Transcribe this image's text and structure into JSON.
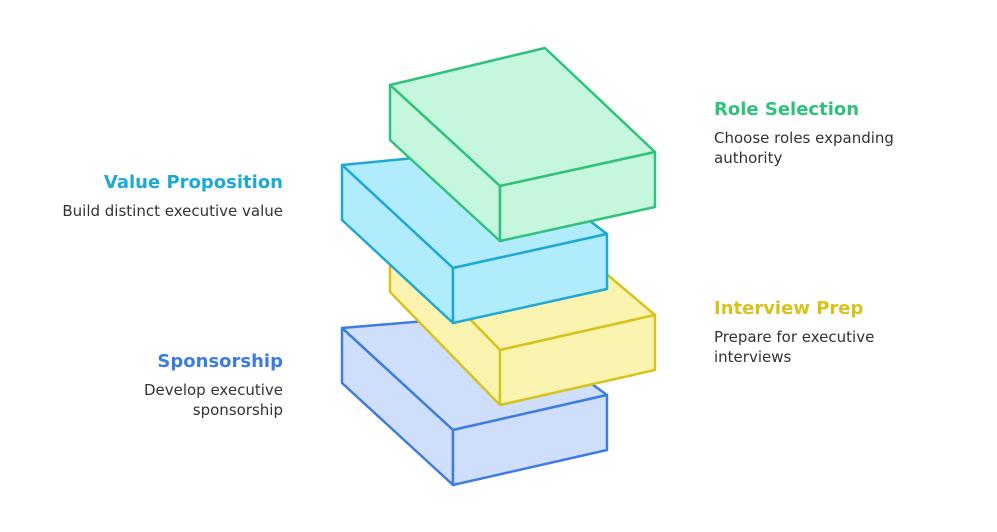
{
  "colors": {
    "role": "#2fc27a",
    "value": "#1ea8d6",
    "interview": "#d8c21c",
    "sponsor": "#3d7ddf",
    "role_fill": "#c5f6de",
    "value_fill": "#b1ecfd",
    "interview_fill": "#fbf4b1",
    "sponsor_fill": "#cfdffb"
  },
  "steps": {
    "role": {
      "title": "Role Selection",
      "desc_1": "Choose roles expanding",
      "desc_2": "authority"
    },
    "value": {
      "title": "Value Proposition",
      "desc_1": "Build distinct executive value"
    },
    "interview": {
      "title": "Interview Prep",
      "desc_1": "Prepare for executive",
      "desc_2": "interviews"
    },
    "sponsor": {
      "title": "Sponsorship",
      "desc_1": "Develop executive",
      "desc_2": "sponsorship"
    }
  }
}
